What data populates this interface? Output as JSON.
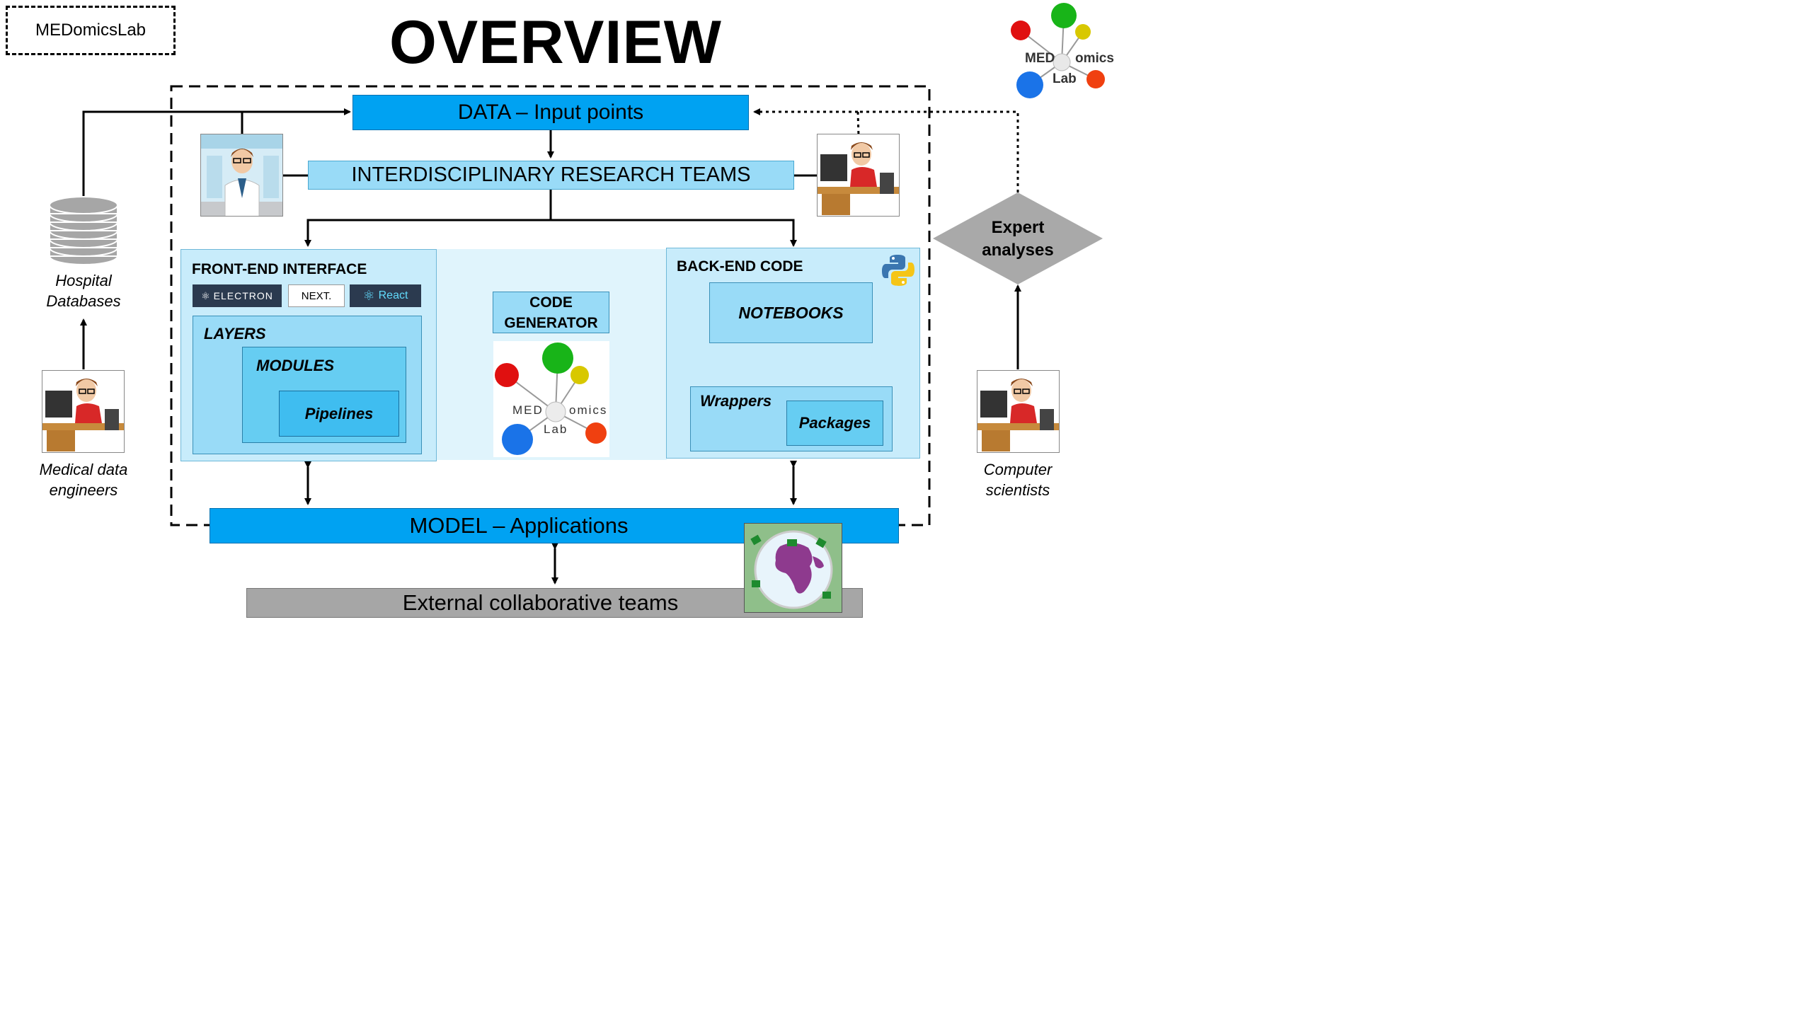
{
  "lab_label": "MEDomicsLab",
  "title": "OVERVIEW",
  "data_box": "DATA – Input points",
  "teams_box": "INTERDISCIPLINARY RESEARCH TEAMS",
  "frontend": {
    "title": "FRONT-END INTERFACE",
    "logos": [
      "ELECTRON",
      "NEXT.",
      "React"
    ],
    "layers": "LAYERS",
    "modules": "MODULES",
    "pipelines": "Pipelines"
  },
  "code_generator": [
    "CODE",
    "GENERATOR"
  ],
  "backend": {
    "title": "BACK-END CODE",
    "notebooks": "NOTEBOOKS",
    "wrappers": "Wrappers",
    "packages": "Packages"
  },
  "model_box": "MODEL – Applications",
  "external_box": "External collaborative teams",
  "hospital_db": [
    "Hospital",
    "Databases"
  ],
  "medical_engineers": [
    "Medical data",
    "engineers"
  ],
  "computer_scientists": [
    "Computer",
    "scientists"
  ],
  "expert_analyses": [
    "Expert",
    "analyses"
  ],
  "logo_text": {
    "med": "MED",
    "omics": "omics",
    "lab": "Lab"
  },
  "colors": {
    "primary_blue": "#00a2f2",
    "light_blue": "#99dbf7",
    "panel_blue": "#c8ecfb",
    "inner_blue": "#66cdf2",
    "grey": "#a6a6a6",
    "diamond_grey": "#a9a9a9"
  }
}
